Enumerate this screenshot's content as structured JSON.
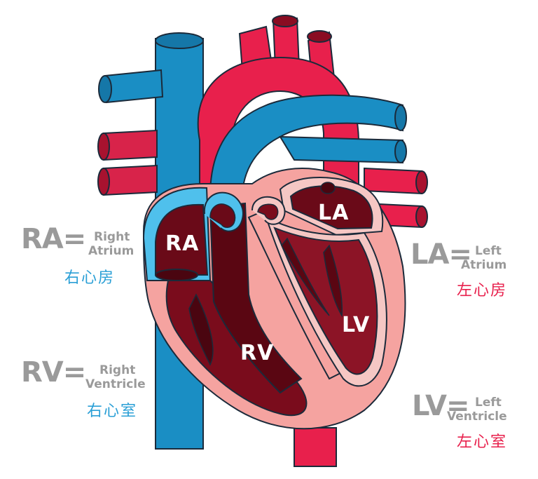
{
  "colors": {
    "vein_blue": "#1a8ec4",
    "artery_red": "#e8204c",
    "muscle_pink": "#f5a3a0",
    "chamber_dark": "#7a0c1c",
    "chamber_darker": "#5a0612",
    "legend_gray": "#9a9a9a",
    "right_side_text": "#2a9fd6",
    "left_side_text": "#e8204c"
  },
  "chambers": {
    "ra": "RA",
    "la": "LA",
    "rv": "RV",
    "lv": "LV"
  },
  "legend": {
    "ra": {
      "abbr": "RA=",
      "word1": "Right",
      "word2": "Atrium",
      "zh": "右心房"
    },
    "rv": {
      "abbr": "RV=",
      "word1": "Right",
      "word2": "Ventricle",
      "zh": "右心室"
    },
    "la": {
      "abbr": "LA=",
      "word1": "Left",
      "word2": "Atrium",
      "zh": "左心房"
    },
    "lv": {
      "abbr": "LV=",
      "word1": "Left",
      "word2": "Ventricle",
      "zh": "左心室"
    }
  }
}
